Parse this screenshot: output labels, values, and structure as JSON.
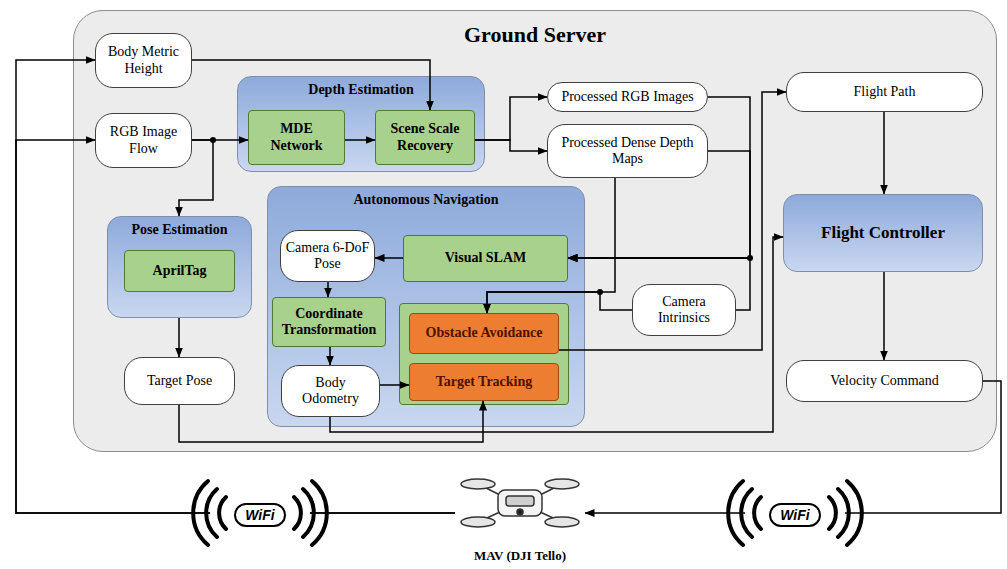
{
  "diagram": {
    "nodes": [
      {
        "text": [
          "Ground Server"
        ]
      },
      {
        "text": [
          "Body Metric Height"
        ],
        "in": 0
      },
      {
        "text": [
          "RGB Image Flow"
        ],
        "in": 0
      },
      {
        "text": [
          "Depth Estimation"
        ],
        "in": 0
      },
      {
        "text": [
          "MDE Network"
        ],
        "in": 3
      },
      {
        "text": [
          "Scene Scale Recovery"
        ],
        "in": 3
      },
      {
        "text": [
          "Processed RGB Images"
        ],
        "in": 0
      },
      {
        "text": [
          "Processed Dense Depth Maps"
        ],
        "in": 0
      },
      {
        "text": [
          "Flight Path"
        ],
        "in": 0
      },
      {
        "text": [
          "Pose Estimation"
        ],
        "in": 0
      },
      {
        "text": [
          "AprilTag"
        ],
        "in": 9
      },
      {
        "text": [
          "Autonomous Navigation"
        ],
        "in": 0
      },
      {
        "text": [
          "Camera 6-DoF Pose"
        ],
        "in": 11
      },
      {
        "text": [
          "Visual SLAM"
        ],
        "in": 11
      },
      {
        "text": [
          "Coordinate Transformation"
        ],
        "in": 11
      },
      {
        "text": [
          "Body Odometry"
        ],
        "in": 11
      },
      {
        "text": [
          "Obstacle Avoidance"
        ],
        "in": 11
      },
      {
        "text": [
          "Target Tracking"
        ],
        "in": 11
      },
      {
        "text": [
          "Camera Intrinsics"
        ],
        "in": 0
      },
      {
        "text": [
          "Target Pose"
        ],
        "in": 0
      },
      {
        "text": [
          "Flight Controller"
        ],
        "in": 0
      },
      {
        "text": [
          "Velocity Command"
        ],
        "in": 0
      },
      {
        "text": [
          "MAV (DJI Tello)"
        ]
      }
    ],
    "edges": [
      {
        "from": 2,
        "to": 4,
        "arrow": "to"
      },
      {
        "from": 4,
        "to": 5,
        "arrow": "to"
      },
      {
        "from": 1,
        "to": 5,
        "arrow": "to"
      },
      {
        "from": 5,
        "to": 6,
        "arrow": "to"
      },
      {
        "from": 5,
        "to": 7,
        "arrow": "to"
      },
      {
        "from": 2,
        "to": 9,
        "arrow": "to"
      },
      {
        "from": 9,
        "to": 19,
        "arrow": "to"
      },
      {
        "from": 6,
        "to": 13,
        "arrow": "to"
      },
      {
        "from": 7,
        "to": 13,
        "arrow": "to"
      },
      {
        "from": 18,
        "to": 13,
        "arrow": "to"
      },
      {
        "from": 7,
        "to": 16,
        "arrow": "to"
      },
      {
        "from": 18,
        "to": 16,
        "arrow": "to"
      },
      {
        "from": 13,
        "to": 12,
        "arrow": "to"
      },
      {
        "from": 12,
        "to": 14,
        "arrow": "to"
      },
      {
        "from": 14,
        "to": 15,
        "arrow": "to"
      },
      {
        "from": 15,
        "to": 17,
        "arrow": "to"
      },
      {
        "from": 15,
        "to": 20,
        "arrow": "to"
      },
      {
        "from": 19,
        "to": 17,
        "arrow": "to"
      },
      {
        "from": 16,
        "to": 8,
        "arrow": "to"
      },
      {
        "from": 8,
        "to": 20,
        "arrow": "to"
      },
      {
        "from": 20,
        "to": 21,
        "arrow": "to"
      },
      {
        "from": 21,
        "to": 22,
        "arrow": "to"
      },
      {
        "from": 22,
        "to": 1,
        "arrow": "to"
      },
      {
        "from": 22,
        "to": 2,
        "arrow": "to"
      }
    ],
    "labels": [
      "WiFi",
      "WiFi"
    ]
  }
}
